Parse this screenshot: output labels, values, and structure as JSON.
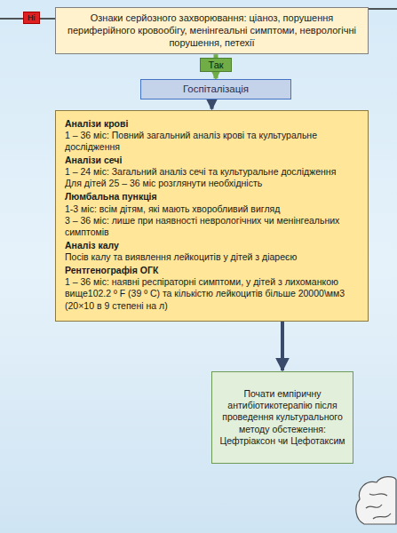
{
  "diagram": {
    "nodes": [
      {
        "text": [
          "Ознаки серйозного захворювання: ціаноз, порушення периферійного кровообігу, менінгеальні симптоми, неврологічні порушення, петехії"
        ]
      },
      {
        "text": [
          "Госпіталізація"
        ]
      },
      {
        "text": [
          "Аналізи крові",
          "1 – 36 міс: Повний загальний аналіз крові та культуральне дослідження",
          "Аналізи сечі",
          "1 – 24 міс: Загальний аналіз сечі та культуральне дослідження",
          "Для дітей 25 – 36 міс розглянути необхідність",
          "Люмбальна пункція",
          "1-3 міс: всім дітям, які мають хворобливий вигляд",
          "3 – 36 міс: лише при наявності неврологічних чи менінгеальних симптомів",
          "Аналіз калу",
          "Посів калу та виявлення лейкоцитів у дітей з діареєю",
          "Рентгенографія ОГК",
          "1 – 36 міс: наявні респіраторні симптоми, у дітей з лихоманкою вище102.2 º F (39 º C) та кількістю лейкоцитів більше 20000\\мм3 (20×10 в 9 степені на л)"
        ]
      },
      {
        "text": [
          "Почати емпіричну антибіотикотерапію після проведення культурального методу обстеження: Цефтріаксон чи Цефотаксим"
        ]
      }
    ],
    "edges": [
      {
        "from": 0,
        "to": 1,
        "arrow": "to",
        "label": "Так"
      },
      {
        "from": 1,
        "to": 2,
        "arrow": "to"
      },
      {
        "from": 2,
        "to": 3,
        "arrow": "to"
      }
    ],
    "labels": [
      "Ні"
    ]
  }
}
